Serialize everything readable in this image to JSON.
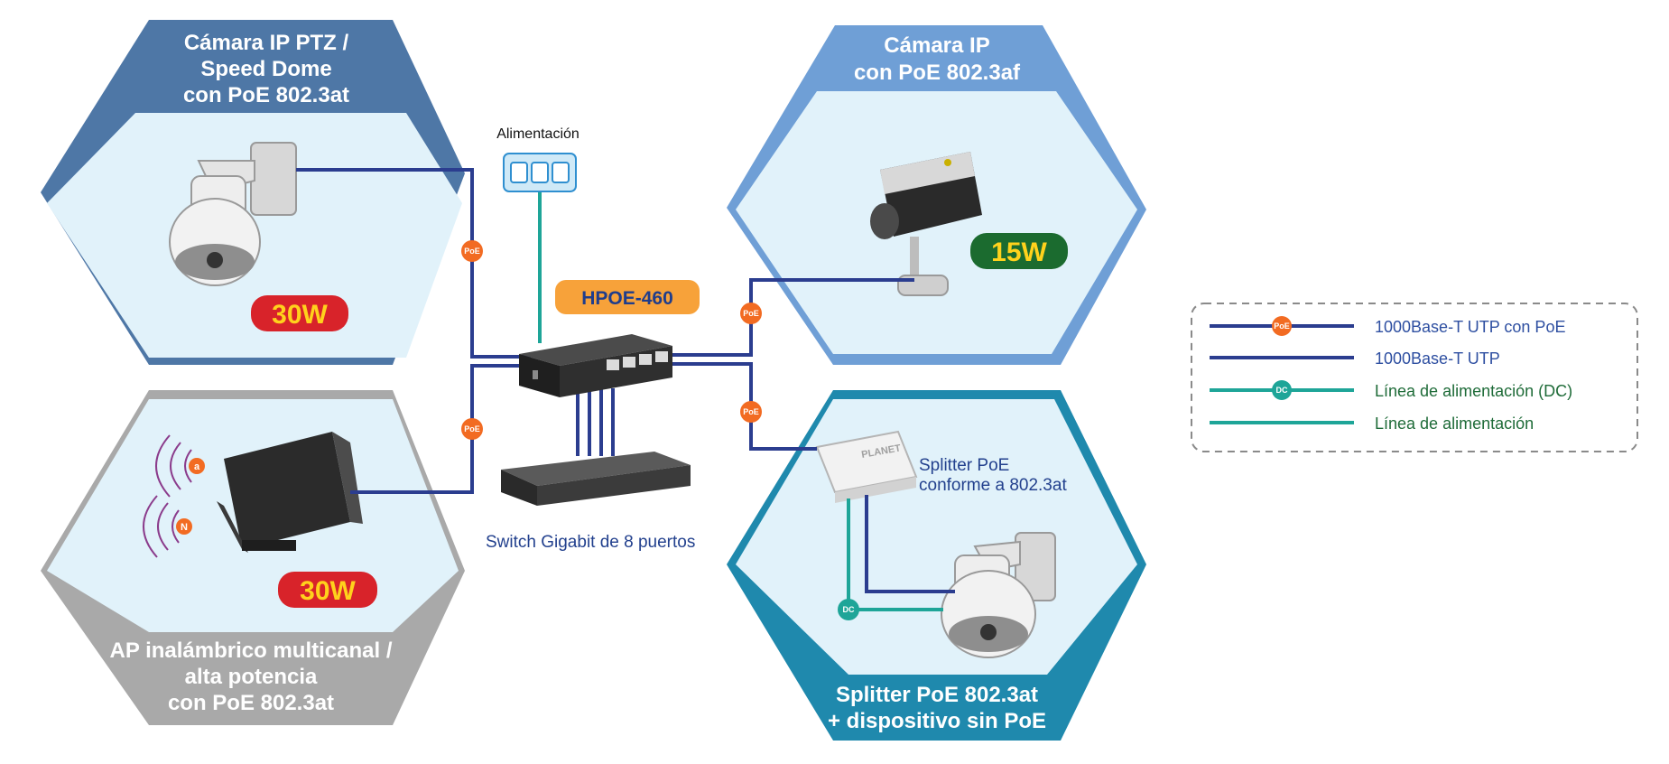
{
  "colors": {
    "utp": "#2b3d8f",
    "dc": "#1ea598",
    "poe_badge": "#f26b22",
    "dc_badge": "#1ea598",
    "hex_ptz": "#4e77a6",
    "hex_ipcam": "#6f9fd6",
    "hex_ap": "#a9a9a9",
    "hex_splitter": "#1f89ad",
    "hex_fill": "#e1f2fa",
    "watt_bg_red": "#d8232a",
    "watt_bg_green": "#1b6b2f",
    "watt_text": "#ffd21c",
    "model_bg": "#f7a23a"
  },
  "hexagons": {
    "ptz": {
      "title": [
        "Cámara IP PTZ /",
        "Speed Dome",
        "con PoE 802.3at"
      ],
      "watts": "30W"
    },
    "ipcam": {
      "title": [
        "Cámara IP",
        "con PoE 802.3af"
      ],
      "watts": "15W"
    },
    "ap": {
      "title": [
        "AP inalámbrico multicanal /",
        "alta potencia",
        "con PoE 802.3at"
      ],
      "watts": "30W"
    },
    "splitter": {
      "title": [
        "Splitter PoE 802.3at",
        "+ dispositivo sin PoE"
      ]
    }
  },
  "center": {
    "power_label": "Alimentación",
    "model": "HPOE-460",
    "switch_label": "Switch Gigabit de 8 puertos",
    "splitter_label": [
      "Splitter PoE",
      "conforme a 802.3at"
    ]
  },
  "badges": {
    "poe": "PoE",
    "dc": "DC",
    "ap_a": "a",
    "ap_n": "N"
  },
  "legend": {
    "items": [
      {
        "label": "1000Base-T UTP con PoE",
        "line": "utp",
        "badge": "PoE"
      },
      {
        "label": "1000Base-T UTP",
        "line": "utp",
        "badge": ""
      },
      {
        "label": "Línea de alimentación (DC)",
        "line": "dc",
        "badge": "DC"
      },
      {
        "label": "Línea de alimentación",
        "line": "dc",
        "badge": ""
      }
    ]
  }
}
